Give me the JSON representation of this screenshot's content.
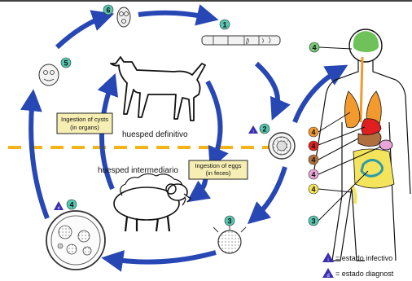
{
  "colors": {
    "arrow": "#2747b5",
    "divider": "#f2b418",
    "stage_badge": "#55c6b0",
    "infective_badge": "#3a2db0",
    "label_box_fill": "#f7eeb4",
    "brain": "#6fc25a",
    "organ_red": "#e02020",
    "organ_orange": "#f29a2e",
    "organ_yellow": "#f4e45c",
    "organ_pink": "#e8a6d8",
    "organ_brown": "#b0703e",
    "intestine": "#2f9aa8",
    "badge_4": "#78c878"
  },
  "badges": {
    "n1": "1",
    "n2": "2",
    "n3": "3",
    "n4": "4",
    "n5": "5",
    "n6": "6"
  },
  "labels": {
    "definitive_host": "huesped definitivo",
    "intermediate_host": "huesped intermediario",
    "ingestion_cysts": [
      "Ingestion of cysts",
      "(in organs)"
    ],
    "ingestion_eggs": [
      "Ingestion of eggs",
      "(in feces)"
    ]
  },
  "legend": {
    "infective": "= estado infectivo",
    "diagnostic": "=  estado diagnost",
    "infective_symbol": "i",
    "diagnostic_symbol": "d"
  },
  "icons": {
    "dog": "dog-silhouette",
    "sheep": "sheep-silhouette",
    "human": "human-body-outline",
    "worm": "adult-tapeworm",
    "egg": "egg",
    "cyst": "hydatid-cyst"
  }
}
